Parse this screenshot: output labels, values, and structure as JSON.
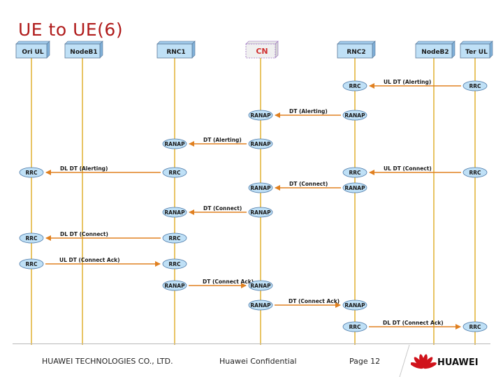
{
  "title": "UE to UE(6)",
  "entities": [
    {
      "label": "Ori UL"
    },
    {
      "label": "NodeB1"
    },
    {
      "label": "RNC1"
    },
    {
      "label": "CN"
    },
    {
      "label": "RNC2"
    },
    {
      "label": "NodeB2"
    },
    {
      "label": "Ter UL"
    }
  ],
  "rows": [
    {
      "nodes": [
        {
          "entity": 4,
          "label": "RRC"
        },
        {
          "entity": 6,
          "label": "RRC"
        }
      ],
      "message": "UL DT (Alerting)",
      "from": 6,
      "to": 4
    },
    {
      "nodes": [
        {
          "entity": 3,
          "label": "RANAP"
        },
        {
          "entity": 4,
          "label": "RANAP"
        }
      ],
      "message": "DT (Alerting)",
      "from": 4,
      "to": 3
    },
    {
      "nodes": [
        {
          "entity": 2,
          "label": "RANAP"
        },
        {
          "entity": 3,
          "label": "RANAP"
        }
      ],
      "message": "DT (Alerting)",
      "from": 3,
      "to": 2
    },
    {
      "nodes": [
        {
          "entity": 0,
          "label": "RRC"
        },
        {
          "entity": 2,
          "label": "RRC"
        },
        {
          "entity": 4,
          "label": "RRC"
        },
        {
          "entity": 6,
          "label": "RRC"
        }
      ],
      "message": "DL DT (Alerting)",
      "from": 2,
      "to": 0,
      "message2": "UL DT (Connect)",
      "from2": 6,
      "to2": 4
    },
    {
      "nodes": [
        {
          "entity": 3,
          "label": "RANAP"
        },
        {
          "entity": 4,
          "label": "RANAP"
        }
      ],
      "message": "DT (Connect)",
      "from": 4,
      "to": 3
    },
    {
      "nodes": [
        {
          "entity": 2,
          "label": "RANAP"
        },
        {
          "entity": 3,
          "label": "RANAP"
        }
      ],
      "message": "DT (Connect)",
      "from": 3,
      "to": 2
    },
    {
      "nodes": [
        {
          "entity": 0,
          "label": "RRC"
        },
        {
          "entity": 2,
          "label": "RRC"
        }
      ],
      "message": "DL DT (Connect)",
      "from": 2,
      "to": 0
    },
    {
      "nodes": [
        {
          "entity": 0,
          "label": "RRC"
        },
        {
          "entity": 2,
          "label": "RRC"
        }
      ],
      "message": "UL DT (Connect Ack)",
      "from": 0,
      "to": 2
    },
    {
      "nodes": [
        {
          "entity": 2,
          "label": "RANAP"
        },
        {
          "entity": 3,
          "label": "RANAP"
        }
      ],
      "message": "DT (Connect Ack)",
      "from": 2,
      "to": 3
    },
    {
      "nodes": [
        {
          "entity": 3,
          "label": "RANAP"
        },
        {
          "entity": 4,
          "label": "RANAP"
        }
      ],
      "message": "DT (Connect Ack)",
      "from": 3,
      "to": 4
    },
    {
      "nodes": [
        {
          "entity": 4,
          "label": "RRC"
        },
        {
          "entity": 6,
          "label": "RRC"
        }
      ],
      "message": "DL DT (Connect Ack)",
      "from": 4,
      "to": 6
    }
  ],
  "footer": {
    "company": "HUAWEI TECHNOLOGIES CO., LTD.",
    "confidential": "Huawei Confidential",
    "page": "Page 12",
    "logo_text": "HUAWEI"
  },
  "colors": {
    "lifeline": "#e0b030",
    "arrow": "#e08020",
    "node_fill": "#bfe0f6",
    "node_stroke": "#4a78a8",
    "header_fill": "#bfe0f6",
    "header_stroke": "#5a7898",
    "cn_fill": "#f0f0f0",
    "cn_stroke": "#9a6fc0",
    "cn_text": "#d03030",
    "title": "#b01c1c",
    "logo_red": "#d0121b"
  }
}
